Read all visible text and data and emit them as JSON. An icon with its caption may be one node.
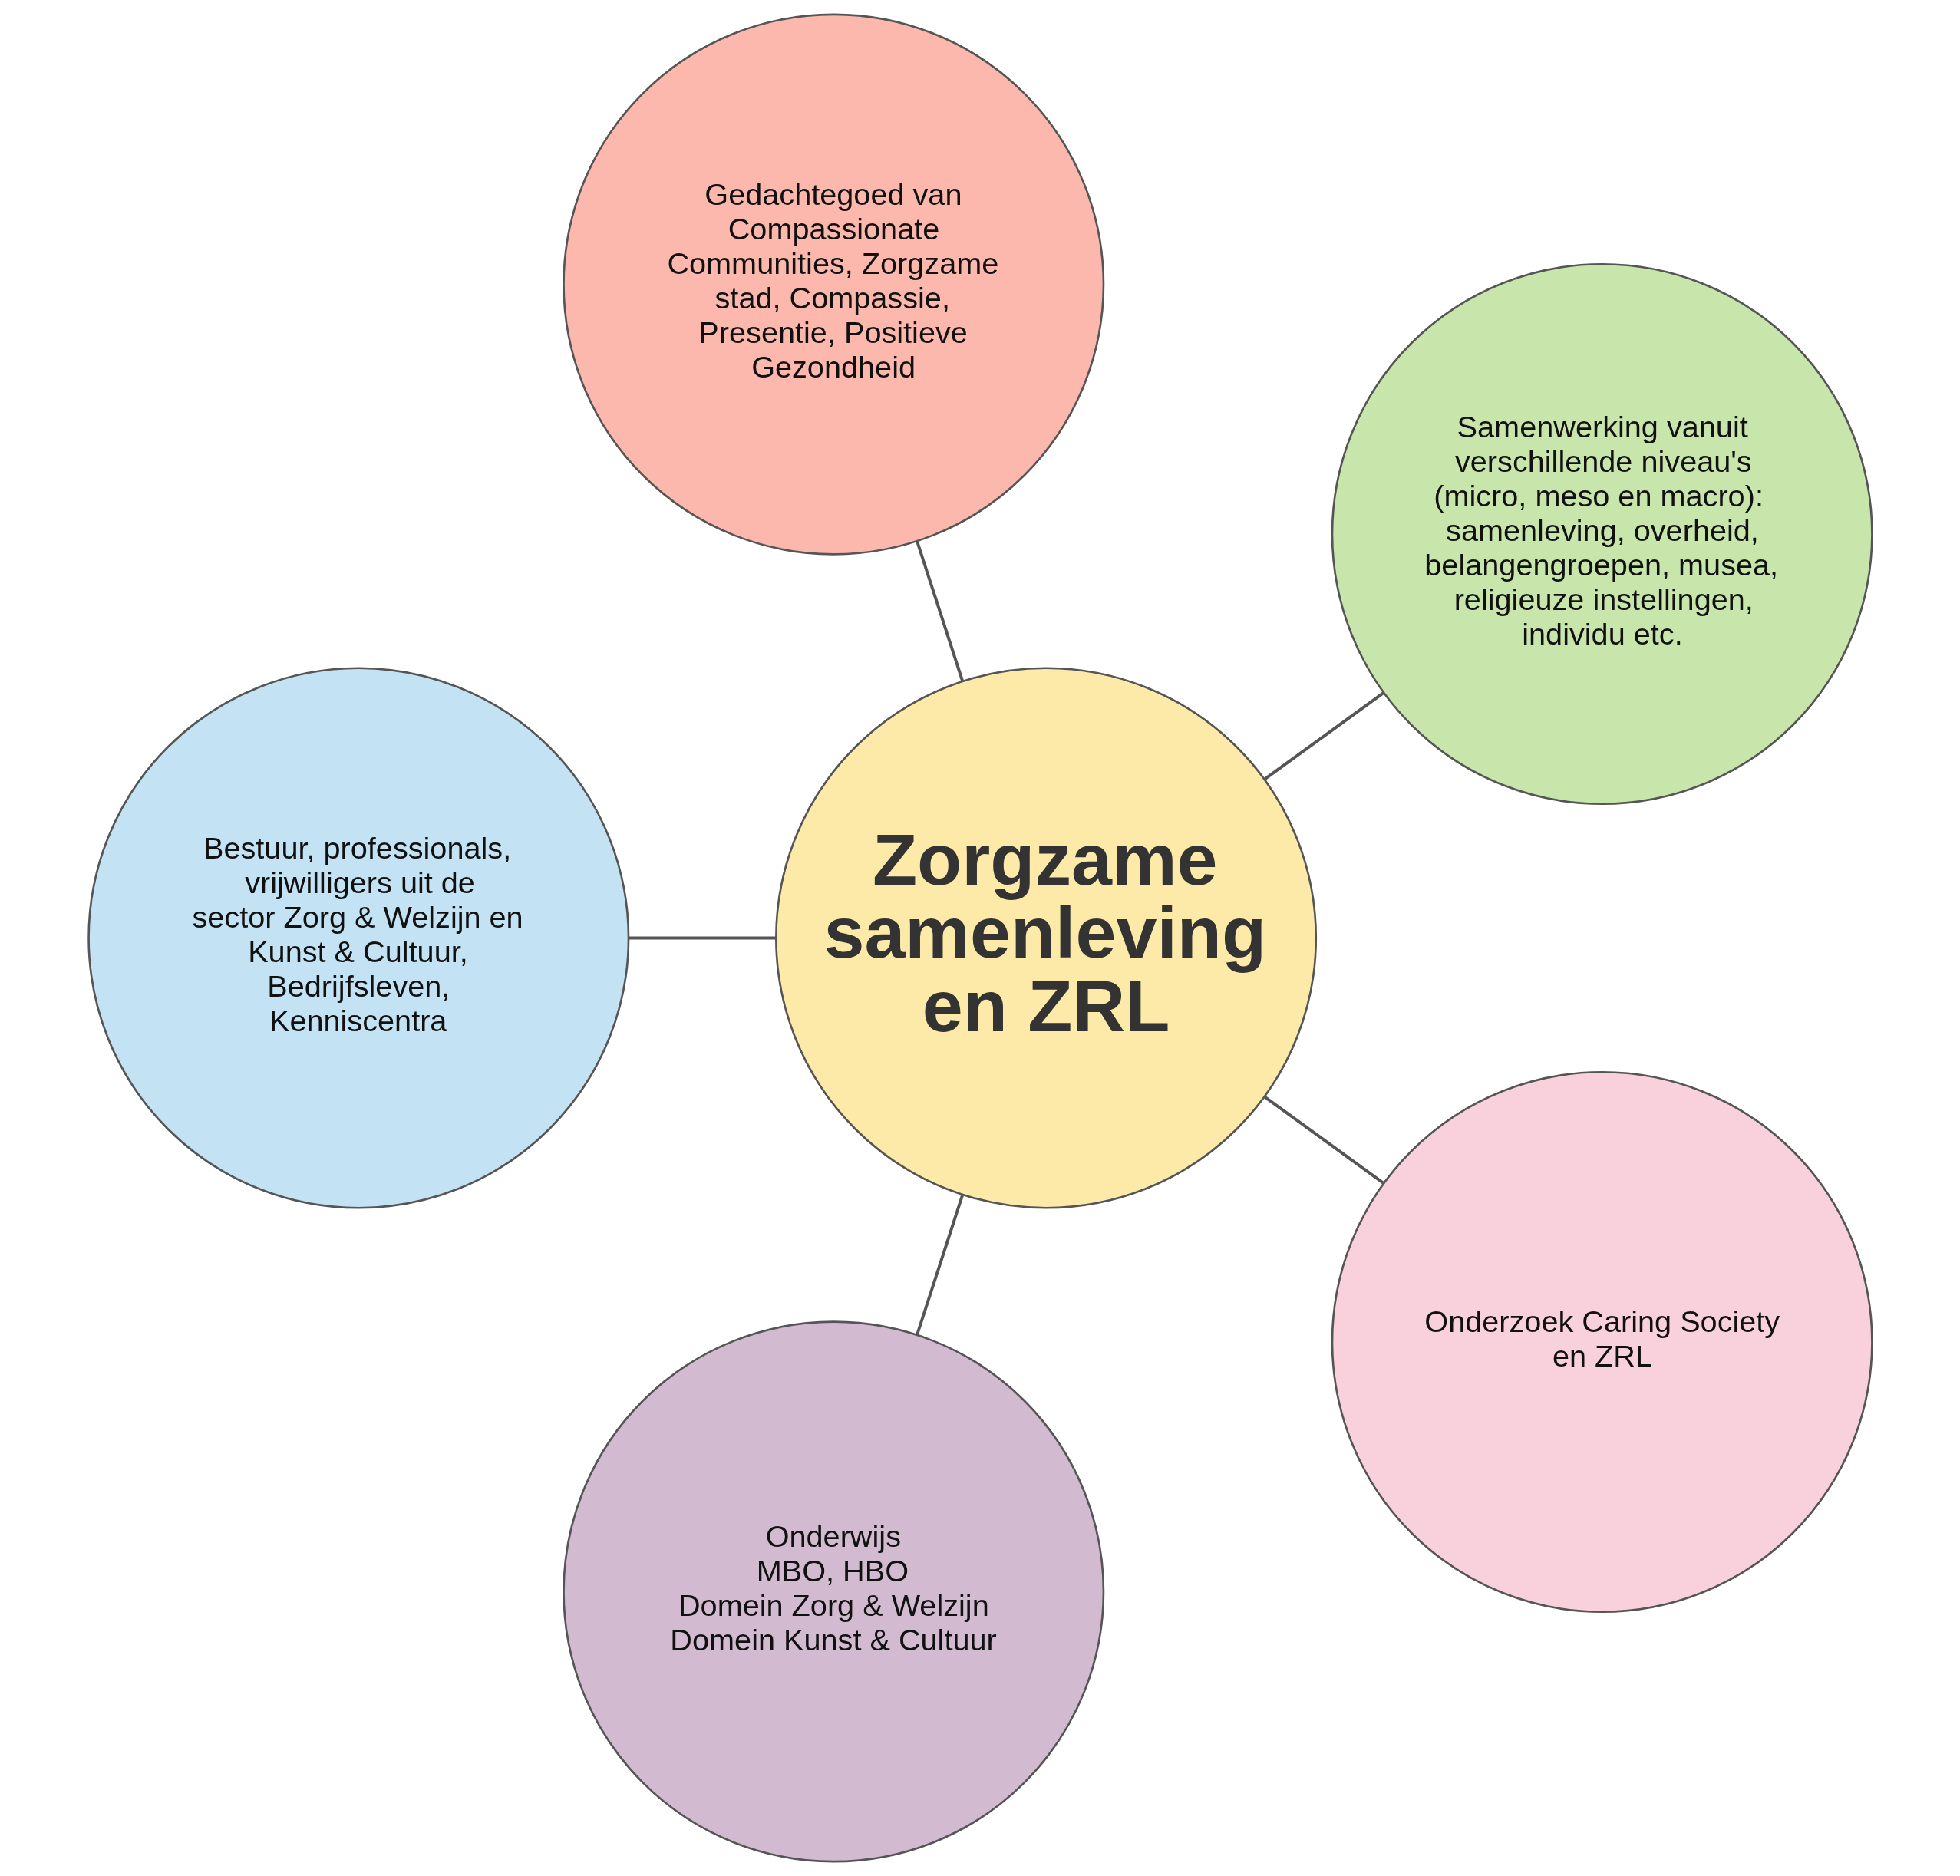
{
  "diagram": {
    "nodes": [
      {
        "text": [
          "Samenwerking vanuit verschillende niveau's (micro, meso en macro): samenleving, overheid, belangengroepen, musea, religieuze instellingen, individu etc."
        ]
      },
      {
        "text": [
          "Gedachtegoed van Compassionate Communities, Zorgzame stad, Compassie, Presentie, Positieve Gezondheid"
        ]
      },
      {
        "text": [
          "Zorgzame samenleving en ZRL"
        ]
      },
      {
        "text": [
          "Bestuur, professionals, vrijwilligers uit de sector Zorg & Welzijn en Kunst & Cultuur,",
          "Bedrijfsleven,",
          "Kenniscentra"
        ]
      },
      {
        "text": [
          "Onderwijs",
          "MBO, HBO",
          "Domein Zorg & Welzijn",
          "Domein Kunst & Cultuur"
        ]
      },
      {
        "text": [
          "Onderzoek Caring Society en ZRL"
        ]
      }
    ],
    "edges": [
      {
        "from": 2,
        "to": 0,
        "arrow": "none"
      },
      {
        "from": 2,
        "to": 1,
        "arrow": "none"
      },
      {
        "from": 2,
        "to": 3,
        "arrow": "none"
      },
      {
        "from": 2,
        "to": 4,
        "arrow": "none"
      },
      {
        "from": 2,
        "to": 5,
        "arrow": "none"
      }
    ]
  }
}
